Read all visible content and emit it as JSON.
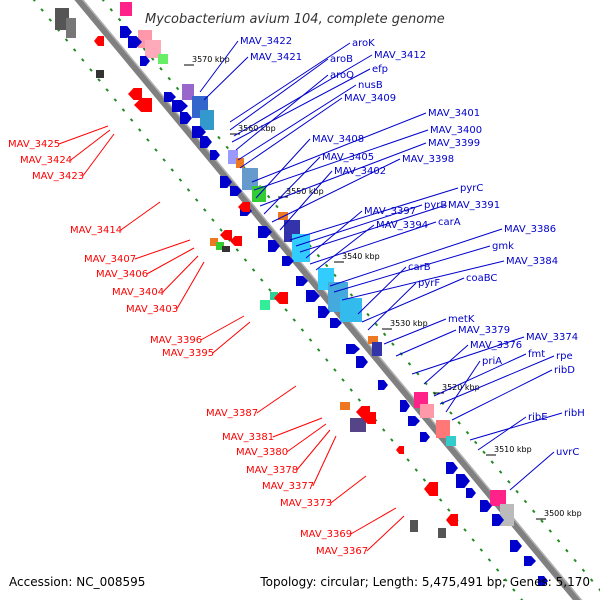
{
  "title": "Mycobacterium avium 104, complete genome",
  "footer": {
    "accession": "Accession: NC_008595",
    "summary": "Topology: circular; Length: 5,475,491 bp; Genes: 5,170"
  },
  "colors": {
    "forward": "#0000cc",
    "reverse": "#ff0000",
    "axis": "#808080",
    "tick": "#228b22"
  },
  "kbp_ticks": [
    "3570 kbp",
    "3560 kbp",
    "3550 kbp",
    "3540 kbp",
    "3530 kbp",
    "3520 kbp",
    "3510 kbp",
    "3500 kbp"
  ],
  "forward_labels": [
    "MAV_3422",
    "MAV_3421",
    "aroK",
    "aroB",
    "MAV_3412",
    "efp",
    "aroQ",
    "nusB",
    "MAV_3409",
    "MAV_3401",
    "MAV_3400",
    "MAV_3408",
    "MAV_3399",
    "MAV_3405",
    "MAV_3398",
    "MAV_3402",
    "pyrC",
    "pyrB",
    "MAV_3391",
    "MAV_3397",
    "carA",
    "MAV_3394",
    "MAV_3386",
    "gmk",
    "MAV_3384",
    "carB",
    "coaBC",
    "pyrF",
    "metK",
    "MAV_3379",
    "MAV_3374",
    "MAV_3376",
    "fmt",
    "rpe",
    "priA",
    "ribD",
    "ribH",
    "ribE",
    "uvrC"
  ],
  "reverse_labels": [
    "MAV_3425",
    "MAV_3424",
    "MAV_3423",
    "MAV_3414",
    "MAV_3407",
    "MAV_3406",
    "MAV_3404",
    "MAV_3403",
    "MAV_3396",
    "MAV_3395",
    "MAV_3387",
    "MAV_3381",
    "MAV_3380",
    "MAV_3378",
    "MAV_3377",
    "MAV_3373",
    "MAV_3369",
    "MAV_3367"
  ]
}
